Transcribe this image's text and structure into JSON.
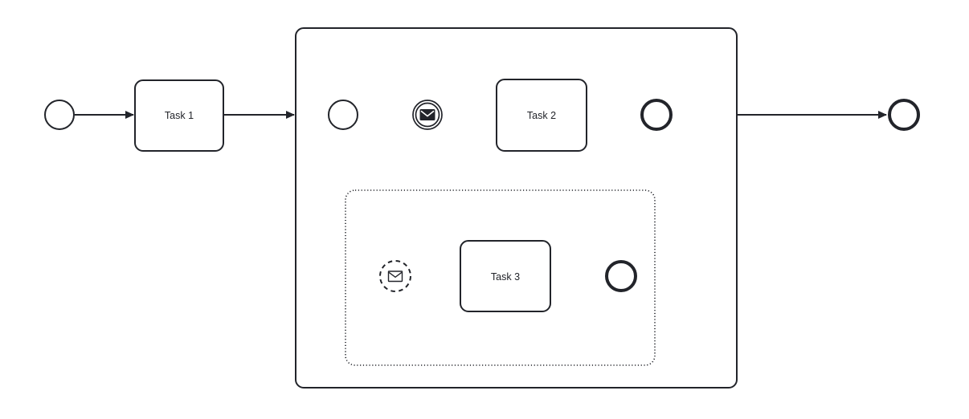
{
  "diagram": {
    "type": "bpmn-process",
    "colors": {
      "stroke": "#22242a",
      "shape_fill": "#ffffff",
      "canvas_background": "#ffffff"
    },
    "nodes": [
      {
        "id": "start-event-main",
        "type": "start-event",
        "label": ""
      },
      {
        "id": "task-1",
        "type": "task",
        "label": "Task 1"
      },
      {
        "id": "subprocess",
        "type": "expanded-subprocess",
        "label": ""
      },
      {
        "id": "subprocess-start-event",
        "type": "start-event",
        "parent": "subprocess",
        "label": ""
      },
      {
        "id": "message-intermediate-event",
        "type": "message-intermediate-throw-event",
        "parent": "subprocess",
        "icon": "envelope-filled-icon",
        "label": ""
      },
      {
        "id": "task-2",
        "type": "task",
        "parent": "subprocess",
        "label": "Task 2"
      },
      {
        "id": "subprocess-end-event",
        "type": "end-event",
        "parent": "subprocess",
        "label": ""
      },
      {
        "id": "event-subprocess",
        "type": "event-subprocess",
        "parent": "subprocess",
        "border_style": "dotted",
        "label": ""
      },
      {
        "id": "message-start-event-non-interrupting",
        "type": "message-start-event-non-interrupting",
        "parent": "event-subprocess",
        "border_style": "dashed",
        "icon": "envelope-outline-icon",
        "label": ""
      },
      {
        "id": "task-3",
        "type": "task",
        "parent": "event-subprocess",
        "label": "Task 3"
      },
      {
        "id": "event-subprocess-end-event",
        "type": "end-event",
        "parent": "event-subprocess",
        "label": ""
      },
      {
        "id": "end-event-main",
        "type": "end-event",
        "label": ""
      }
    ],
    "connections": [
      {
        "from": "start-event-main",
        "to": "task-1"
      },
      {
        "from": "task-1",
        "to": "subprocess"
      },
      {
        "from": "subprocess-start-event",
        "to": "message-intermediate-event"
      },
      {
        "from": "message-intermediate-event",
        "to": "task-2"
      },
      {
        "from": "task-2",
        "to": "subprocess-end-event"
      },
      {
        "from": "message-start-event-non-interrupting",
        "to": "task-3"
      },
      {
        "from": "task-3",
        "to": "event-subprocess-end-event"
      },
      {
        "from": "subprocess",
        "to": "end-event-main"
      }
    ]
  }
}
